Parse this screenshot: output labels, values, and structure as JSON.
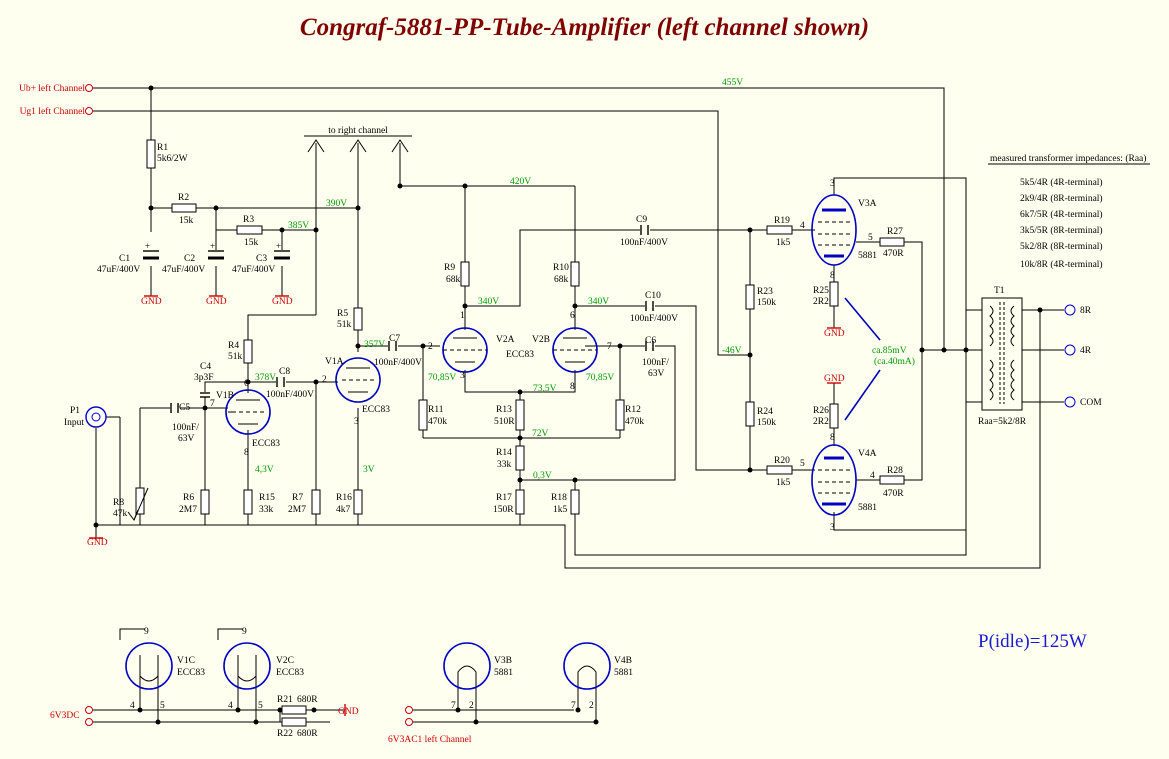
{
  "title": "Congraf-5881-PP-Tube-Amplifier (left channel shown)",
  "power_idle": "P(idle)=125W",
  "inputs": {
    "ub": "Ub+ left Channel",
    "ug1": "Ug1 left Channel",
    "p1": "P1",
    "p1_sub": "Input",
    "v6v3dc": "6V3DC",
    "v6v3ac": "6V3AC1 left Channel",
    "gnd": "GND",
    "to_right": "to right channel"
  },
  "outputs": {
    "o8": "8R",
    "o4": "4R",
    "com": "COM"
  },
  "voltages": {
    "v455": "455V",
    "v420": "420V",
    "v390": "390V",
    "v385": "385V",
    "v357": "357V",
    "v378": "378V",
    "v340a": "340V",
    "v340b": "340V",
    "v7085a": "70,85V",
    "v7085b": "70,85V",
    "v735": "73,5V",
    "v72": "72V",
    "v03": "0,3V",
    "v43": "4,3V",
    "v3": "3V",
    "vm46": "-46V",
    "ca85": "ca.85mV",
    "ca40": "(ca.40mA)"
  },
  "impedances": {
    "title": "measured transformer impedances: (Raa)",
    "rows": [
      "5k5/4R (4R-terminal)",
      "2k9/4R (8R-terminal)",
      "6k7/5R (4R-terminal)",
      "3k5/5R (8R-terminal)",
      "5k2/8R (8R-terminal)",
      "10k/8R (4R-terminal)"
    ]
  },
  "transformer": {
    "name": "T1",
    "raa": "Raa=5k2/8R"
  },
  "components": {
    "r1": "R1",
    "r1v": "5k6/2W",
    "r2": "R2",
    "r2v": "15k",
    "r3": "R3",
    "r3v": "15k",
    "c1": "C1",
    "c1v": "47uF/400V",
    "c2": "C2",
    "c2v": "47uF/400V",
    "c3": "C3",
    "c3v": "47uF/400V",
    "r4": "R4",
    "r4v": "51k",
    "r5": "R5",
    "r5v": "51k",
    "c4": "C4",
    "c4v": "3p3F",
    "c5": "C5",
    "c5v1": "100nF/",
    "c5v2": "63V",
    "c7": "C7",
    "c7v": "100nF/400V",
    "c8": "C8",
    "c8v": "100nF/400V",
    "c9": "C9",
    "c9v": "100nF/400V",
    "c10": "C10",
    "c10v": "100nF/400V",
    "c6": "C6",
    "c6v1": "100nF/",
    "c6v2": "63V",
    "r6": "R6",
    "r6v": "2M7",
    "r7": "R7",
    "r7v": "2M7",
    "r8": "R8",
    "r8v": "47k",
    "r9": "R9",
    "r9v": "68k",
    "r10": "R10",
    "r10v": "68k",
    "r11": "R11",
    "r11v": "470k",
    "r12": "R12",
    "r12v": "470k",
    "r13": "R13",
    "r13v": "510R",
    "r14": "R14",
    "r14v": "33k",
    "r15": "R15",
    "r15v": "33k",
    "r16": "R16",
    "r16v": "4k7",
    "r17": "R17",
    "r17v": "150R",
    "r18": "R18",
    "r18v": "1k5",
    "r19": "R19",
    "r19v": "1k5",
    "r20": "R20",
    "r20v": "1k5",
    "r21": "R21",
    "r21v": "680R",
    "r22": "R22",
    "r22v": "680R",
    "r23": "R23",
    "r23v": "150k",
    "r24": "R24",
    "r24v": "150k",
    "r25": "R25",
    "r25v": "2R2",
    "r26": "R26",
    "r26v": "2R2",
    "r27": "R27",
    "r27v": "470R",
    "r28": "R28",
    "r28v": "470R",
    "v1a": "V1A",
    "v1b": "V1B",
    "v2a": "V2A",
    "v2b": "V2B",
    "v3a": "V3A",
    "v4a": "V4A",
    "v1c": "V1C",
    "v2c": "V2C",
    "v3b": "V3B",
    "v4b": "V4B",
    "ecc83": "ECC83",
    "n5881": "5881"
  }
}
